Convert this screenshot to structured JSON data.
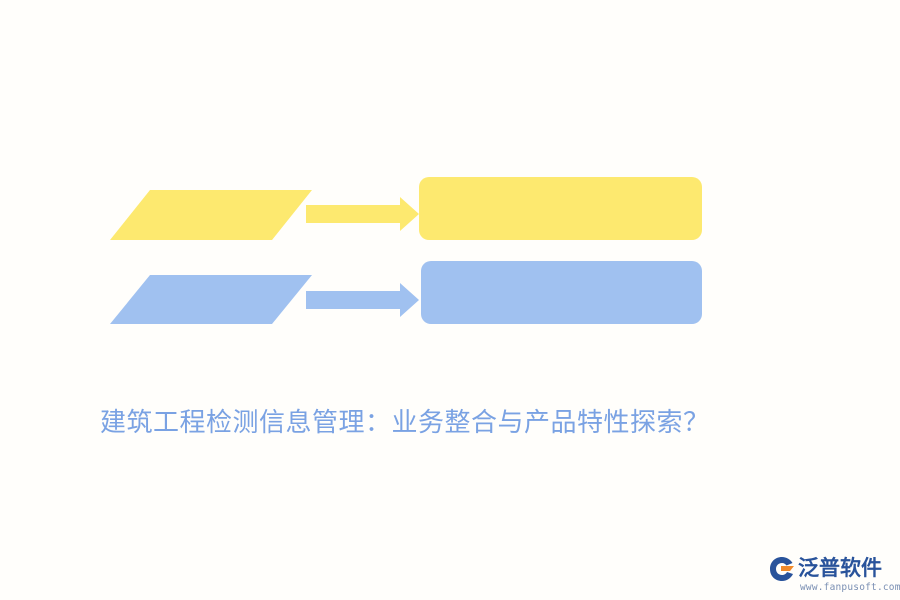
{
  "title": "建筑工程检测信息管理：业务整合与产品特性探索？",
  "rows": [
    {
      "color": "#fde96f",
      "arrow_color": "#fde96f"
    },
    {
      "color": "#a0c1f0",
      "arrow_color": "#a0c1f0"
    }
  ],
  "colors": {
    "title": "#7aa2e3",
    "background": "#fffefb",
    "logo_blue": "#29539b",
    "logo_orange": "#f08a2b"
  },
  "logo": {
    "name": "泛普软件",
    "url": "www.fanpusoft.com",
    "icon": "fanpu-logo-icon"
  }
}
